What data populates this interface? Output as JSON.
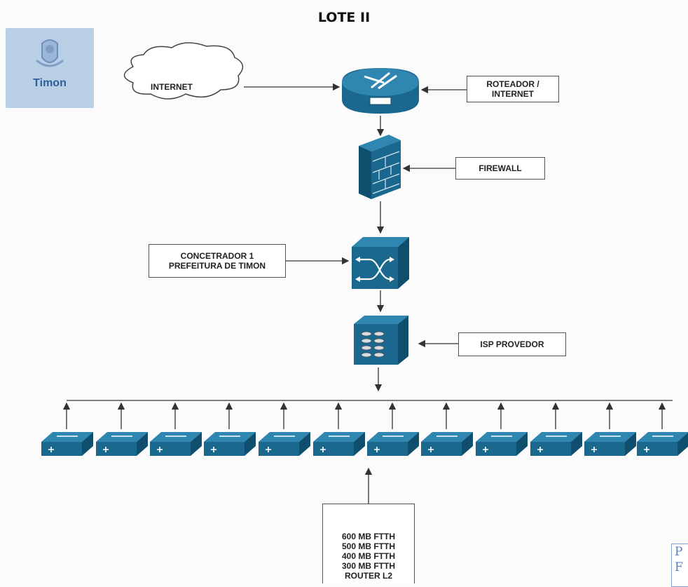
{
  "title": "LOTE II",
  "logo": {
    "text": "Timon"
  },
  "nodes": {
    "internet": "INTERNET",
    "router_label_1": "ROTEADOR /",
    "router_label_2": "INTERNET",
    "firewall": "FIREWALL",
    "concentrator_1": "CONCETRADOR 1",
    "concentrator_2": "PREFEITURA DE TIMON",
    "isp": "ISP PROVEDOR"
  },
  "services": [
    "600 MB FTTH",
    "500 MB FTTH",
    "400 MB FTTH",
    "300 MB FTTH",
    "ROUTER L2"
  ],
  "stamp": [
    "P",
    "F"
  ],
  "colors": {
    "device": "#1d6d93",
    "device_dark": "#0f4f6d",
    "line": "#333333"
  }
}
